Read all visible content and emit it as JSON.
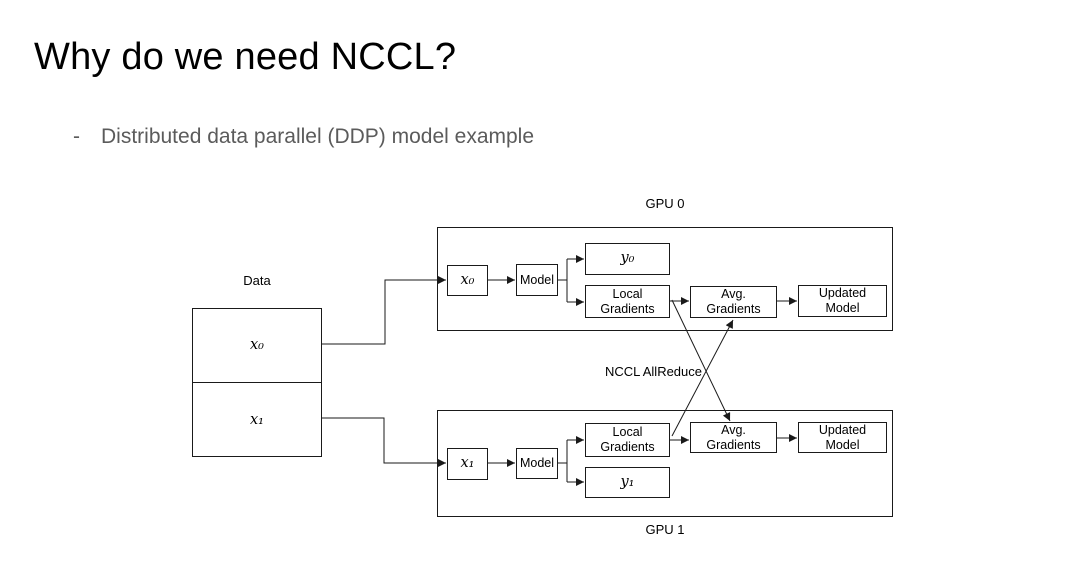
{
  "slide": {
    "title": "Why do we need NCCL?",
    "bullet": {
      "marker": "-",
      "text": "Distributed data parallel (DDP) model example"
    }
  },
  "diagram": {
    "data_label": "Data",
    "data_cells": {
      "top": "x₀",
      "bottom": "x₁"
    },
    "gpu0": {
      "label": "GPU 0",
      "input": "x₀",
      "model": "Model",
      "output": "y₀",
      "local_gradients": "Local Gradients",
      "avg_gradients": "Avg. Gradients",
      "updated_model": "Updated Model"
    },
    "gpu1": {
      "label": "GPU 1",
      "input": "x₁",
      "model": "Model",
      "output": "y₁",
      "local_gradients": "Local Gradients",
      "avg_gradients": "Avg. Gradients",
      "updated_model": "Updated Model"
    },
    "allreduce_label": "NCCL AllReduce",
    "colors": {
      "line": "#1a1a1a",
      "title_text": "#000000",
      "bullet_text": "#5b5b5b",
      "background": "#ffffff"
    }
  }
}
